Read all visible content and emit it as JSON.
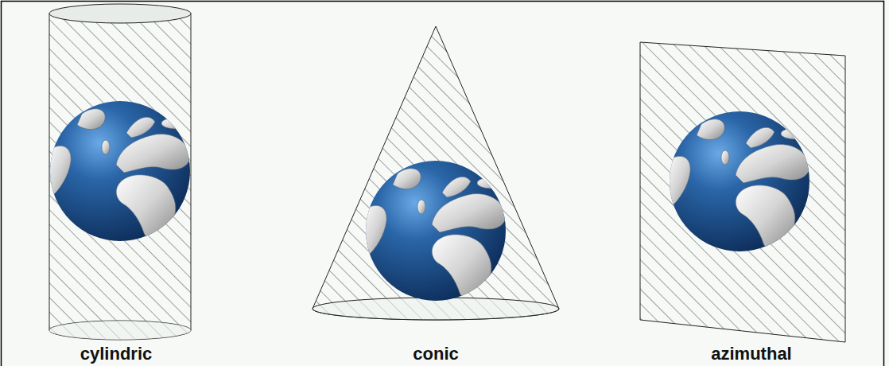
{
  "diagram": {
    "labels": [
      "cylindric",
      "conic",
      "azimuthal"
    ]
  }
}
